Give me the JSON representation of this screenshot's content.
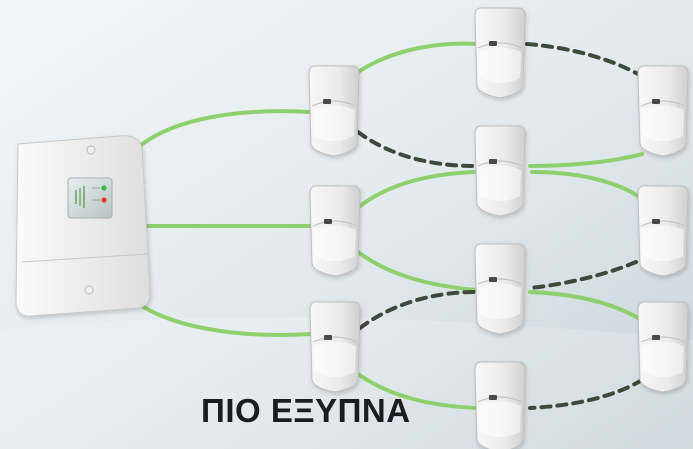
{
  "caption": "ΠΙΟ ΕΞΥΠΝΑ",
  "colors": {
    "background_light": "#eef2f4",
    "background_dark": "#cdd7de",
    "wireless_link": "#8fd06e",
    "fallback_link": "#3d4a3a",
    "led_green": "#3cb83c",
    "led_red": "#e03a2c"
  },
  "devices": {
    "control_panel": {
      "name": "control-panel"
    },
    "sensors": [
      {
        "name": "motion-sensor-r1c1"
      },
      {
        "name": "motion-sensor-r2c1"
      },
      {
        "name": "motion-sensor-r3c1"
      },
      {
        "name": "motion-sensor-top"
      },
      {
        "name": "motion-sensor-mid-upper"
      },
      {
        "name": "motion-sensor-mid-lower"
      },
      {
        "name": "motion-sensor-bottom"
      },
      {
        "name": "motion-sensor-right-1"
      },
      {
        "name": "motion-sensor-right-2"
      },
      {
        "name": "motion-sensor-right-3"
      }
    ]
  }
}
